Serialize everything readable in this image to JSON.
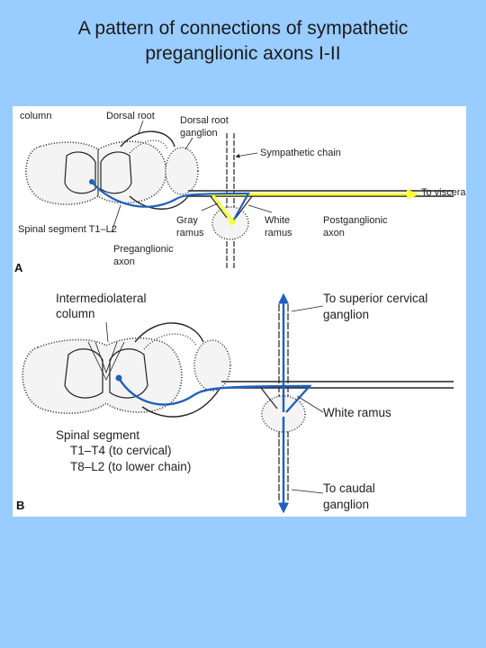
{
  "title": {
    "line1": "A pattern of connections of sympathetic",
    "line2": "preganglionic axons I-II"
  },
  "colors": {
    "background": "#99ccff",
    "axon_blue": "#1f5fbf",
    "postganglionic_yellow": "#ffff33",
    "outline": "#222222"
  },
  "panel_a": {
    "letter": "A",
    "labels": {
      "column": "column",
      "dorsal_root": "Dorsal root",
      "dorsal_root_ganglion_1": "Dorsal root",
      "dorsal_root_ganglion_2": "ganglion",
      "sympathetic_chain": "Sympathetic chain",
      "to_viscera": "To viscera",
      "spinal_segment": "Spinal segment T1–L2",
      "gray_ramus_1": "Gray",
      "gray_ramus_2": "ramus",
      "white_ramus_1": "White",
      "white_ramus_2": "ramus",
      "postganglionic_1": "Postganglionic",
      "postganglionic_2": "axon",
      "preganglionic_1": "Preganglionic",
      "preganglionic_2": "axon"
    }
  },
  "panel_b": {
    "letter": "B",
    "labels": {
      "intermediolateral_1": "Intermediolateral",
      "intermediolateral_2": "column",
      "to_superior_1": "To superior cervical",
      "to_superior_2": "ganglion",
      "white_ramus": "White ramus",
      "spinal_segment": "Spinal segment",
      "t1_t4": "T1–T4 (to cervical)",
      "t8_l2": "T8–L2 (to lower chain)",
      "to_caudal_1": "To caudal",
      "to_caudal_2": "ganglion"
    }
  }
}
